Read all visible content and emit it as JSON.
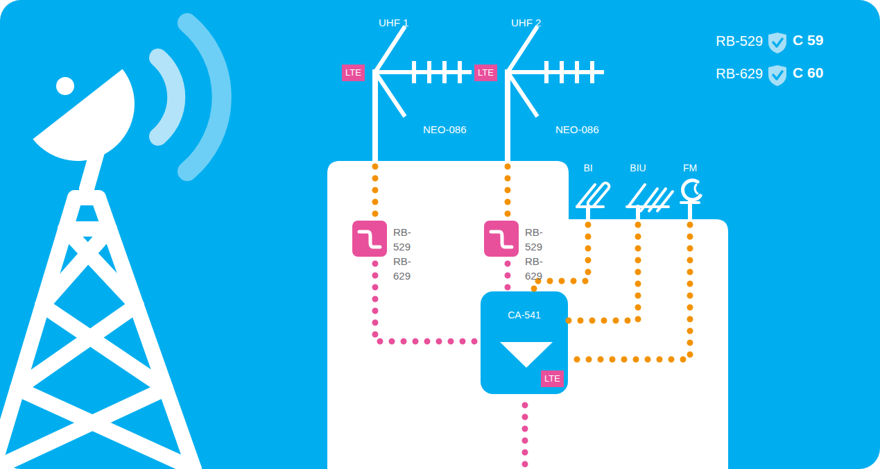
{
  "diagram": {
    "nodes": [
      {
        "text": [
          "UHF 1",
          "LTE",
          "NEO-086"
        ]
      },
      {
        "text": [
          "UHF 2",
          "LTE",
          "NEO-086"
        ]
      },
      {
        "text": [
          "RB-529 RB-629"
        ]
      },
      {
        "text": [
          "RB-529 RB-629"
        ]
      },
      {
        "text": [
          "BI"
        ]
      },
      {
        "text": [
          "BIU"
        ]
      },
      {
        "text": [
          "FM"
        ]
      },
      {
        "text": [
          "CA-541",
          "LTE"
        ]
      }
    ],
    "edges": [
      {
        "from": 0,
        "to": 2,
        "arrow": "none"
      },
      {
        "from": 1,
        "to": 3,
        "arrow": "none"
      },
      {
        "from": 2,
        "to": 7,
        "arrow": "none"
      },
      {
        "from": 3,
        "to": 7,
        "arrow": "none"
      },
      {
        "from": 4,
        "to": 7,
        "arrow": "none"
      },
      {
        "from": 5,
        "to": 7,
        "arrow": "none"
      },
      {
        "from": 6,
        "to": 7,
        "arrow": "none"
      }
    ],
    "labels": [
      "RB-529",
      "C 59",
      "RB-629",
      "C 60"
    ]
  }
}
